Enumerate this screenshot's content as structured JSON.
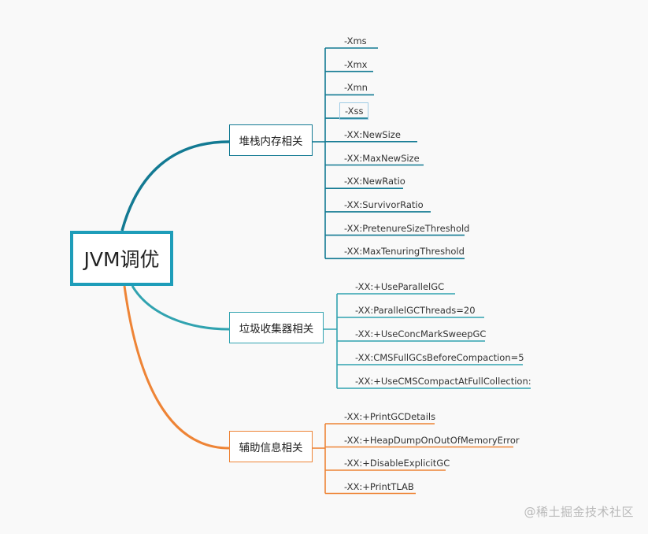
{
  "root": {
    "label": "JVM调优",
    "color": "#1e9db9"
  },
  "branches": [
    {
      "id": "heap",
      "label": "堆栈内存相关",
      "color": "#137a93",
      "leaves": [
        "-Xms",
        "-Xmx",
        "-Xmn",
        "-Xss",
        "-XX:NewSize",
        "-XX:MaxNewSize",
        "-XX:NewRatio",
        "-XX:SurvivorRatio",
        "-XX:PretenureSizeThreshold",
        "-XX:MaxTenuringThreshold"
      ],
      "selected_leaf": "-Xss"
    },
    {
      "id": "gc",
      "label": "垃圾收集器相关",
      "color": "#31a3b0",
      "leaves": [
        "-XX:+UseParallelGC",
        "-XX:ParallelGCThreads=20",
        "-XX:+UseConcMarkSweepGC",
        "-XX:CMSFullGCsBeforeCompaction=5",
        "-XX:+UseCMSCompactAtFullCollection:"
      ]
    },
    {
      "id": "aux",
      "label": "辅助信息相关",
      "color": "#ee8436",
      "leaves": [
        "-XX:+PrintGCDetails",
        "-XX:+HeapDumpOnOutOfMemoryError",
        "-XX:+DisableExplicitGC",
        "-XX:+PrintTLAB"
      ]
    }
  ],
  "watermark": "@稀土掘金技术社区"
}
